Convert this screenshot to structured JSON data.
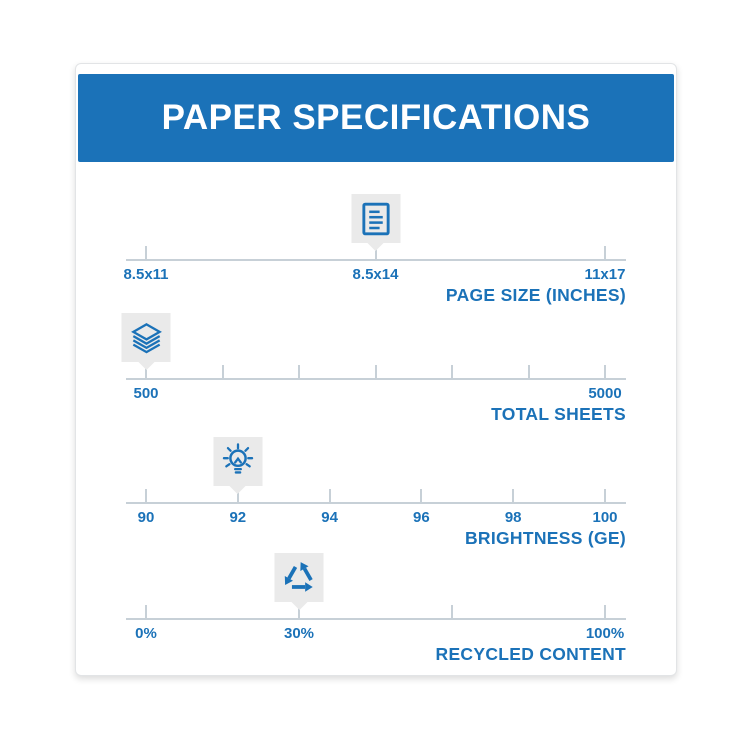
{
  "header": {
    "title": "PAPER SPECIFICATIONS"
  },
  "theme": {
    "accent_blue": "#1b72b8",
    "icon_box_gray": "#eaeaea",
    "track_gray": "#c7d0d7",
    "header_text": "#ffffff"
  },
  "scales": [
    {
      "title": "PAGE SIZE (INCHES)",
      "icon": "document-icon",
      "selected_value": "8.5x14",
      "icon_pos": 0.5,
      "ticks": [
        {
          "pos": 0,
          "label": "8.5x11"
        },
        {
          "pos": 0.5,
          "label": "8.5x14"
        },
        {
          "pos": 1,
          "label": "11x17"
        }
      ]
    },
    {
      "title": "TOTAL SHEETS",
      "icon": "paper-stack-icon",
      "selected_value": "500",
      "icon_pos": 0,
      "ticks": [
        {
          "pos": 0,
          "label": "500"
        },
        {
          "pos": 0.1667,
          "label": ""
        },
        {
          "pos": 0.3333,
          "label": ""
        },
        {
          "pos": 0.5,
          "label": ""
        },
        {
          "pos": 0.6667,
          "label": ""
        },
        {
          "pos": 0.8333,
          "label": ""
        },
        {
          "pos": 1,
          "label": "5000"
        }
      ]
    },
    {
      "title": "BRIGHTNESS (GE)",
      "icon": "lightbulb-icon",
      "selected_value": "92",
      "icon_pos": 0.2,
      "ticks": [
        {
          "pos": 0,
          "label": "90"
        },
        {
          "pos": 0.2,
          "label": "92"
        },
        {
          "pos": 0.4,
          "label": "94"
        },
        {
          "pos": 0.6,
          "label": "96"
        },
        {
          "pos": 0.8,
          "label": "98"
        },
        {
          "pos": 1,
          "label": "100"
        }
      ]
    },
    {
      "title": "RECYCLED CONTENT",
      "icon": "recycle-icon",
      "selected_value": "30%",
      "icon_pos": 0.3333,
      "ticks": [
        {
          "pos": 0,
          "label": "0%"
        },
        {
          "pos": 0.3333,
          "label": "30%"
        },
        {
          "pos": 0.6667,
          "label": ""
        },
        {
          "pos": 1,
          "label": "100%"
        }
      ]
    }
  ]
}
